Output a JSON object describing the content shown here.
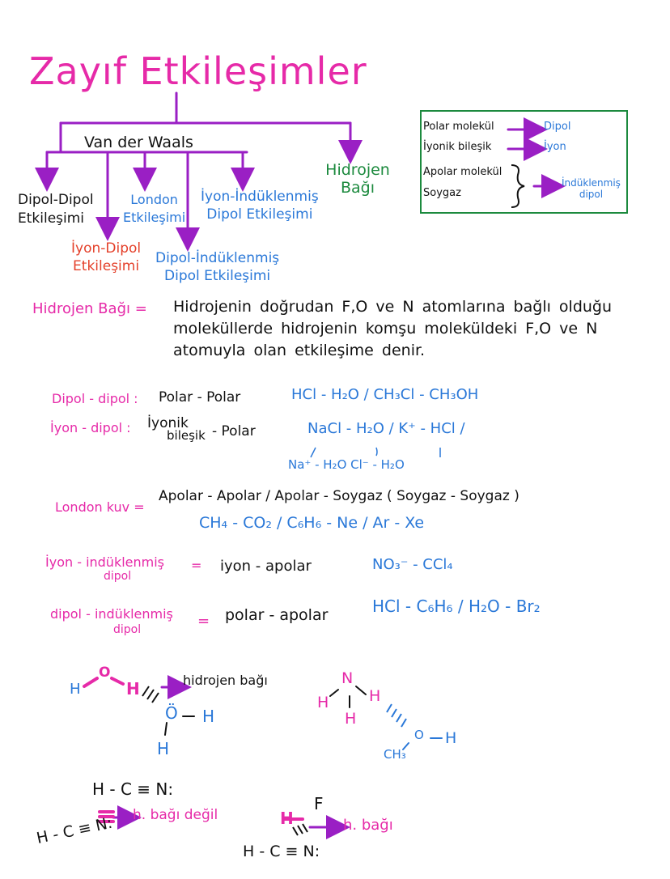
{
  "title": "Zayıf Etkileşimler",
  "tree": {
    "van_der_waals": "Van der Waals",
    "hidrojen_bagi": [
      "Hidrojen",
      "Bağı"
    ],
    "dipol_dipol": [
      "Dipol-Dipol",
      "Etkileşimi"
    ],
    "iyon_dipol": [
      "İyon-Dipol",
      "Etkileşimi"
    ],
    "london": [
      "London",
      "Etkileşimi"
    ],
    "dipol_induklenmis": [
      "Dipol-İndüklenmiş",
      "Dipol Etkileşimi"
    ],
    "iyon_induklenmis": [
      "İyon-İndüklenmiş",
      "Dipol Etkileşimi"
    ]
  },
  "legend_box": {
    "row1_left": "Polar molekül",
    "row1_right": "Dipol",
    "row2_left": "İyonik bileşik",
    "row2_right": "İyon",
    "row3_left": "Apolar molekül",
    "row4_left": "Soygaz",
    "row34_right": [
      "İndüklenmiş",
      "dipol"
    ]
  },
  "definition": {
    "label": "Hidrojen Bağı =",
    "lines": [
      "Hidrojenin doğrudan F,O ve N atomlarına bağlı olduğu",
      "moleküllerde hidrojenin komşu moleküldeki F,O ve N",
      "atomuyla olan etkileşime denir."
    ]
  },
  "examples": {
    "dipol_dipol": {
      "label": "Dipol - dipol :",
      "type": "Polar - Polar",
      "ex": "HCl - H₂O / CH₃Cl - CH₃OH"
    },
    "iyon_dipol": {
      "label": "İyon - dipol :",
      "type1": "İyonik",
      "type2": "bileşik",
      "type3": "- Polar",
      "ex": "NaCl - H₂O / K⁺ - HCl /",
      "ex2": "Na⁺ - H₂O   Cl⁻ - H₂O"
    },
    "london": {
      "label": "London kuv =",
      "type": "Apolar - Apolar / Apolar - Soygaz ( Soygaz - Soygaz )",
      "ex": "CH₄ - CO₂ / C₆H₆ - Ne / Ar - Xe"
    },
    "iyon_ind": {
      "label1": "İyon - indüklenmiş",
      "label2": "dipol",
      "eq": "=",
      "type": "iyon - apolar",
      "ex": "NO₃⁻ - CCl₄"
    },
    "dipol_ind": {
      "label1": "dipol - indüklenmiş",
      "label2": "dipol",
      "eq": "=",
      "type": "polar - apolar",
      "ex": "HCl - C₆H₆ / H₂O - Br₂"
    }
  },
  "drawings": {
    "water_H1": "H",
    "water_O": "O",
    "water_H2": "H",
    "hbond_label": "hidrojen bağı",
    "water2_O": "Ö",
    "water2_H1": "H",
    "water2_H2": "H",
    "nh3_N": "N",
    "nh3_H1": "H",
    "nh3_H2": "H",
    "nh3_H3": "H",
    "meoh_O": "O",
    "meoh_H": "H",
    "meoh_CH3": "CH₃",
    "hcn_top": "H - C ≡ N:",
    "hcn_left": "H - C ≡ N:",
    "not_hbond": "h. bağı değil",
    "hf_H": "H",
    "hf_F": "F",
    "hcn_bottom": "H - C ≡ N:",
    "hbond_short": "h. bağı"
  },
  "colors": {
    "magenta": "#e62aa8",
    "purple": "#9a1fc4",
    "blue": "#2a78d8",
    "green": "#1c8a3e",
    "red": "#e4402a"
  }
}
